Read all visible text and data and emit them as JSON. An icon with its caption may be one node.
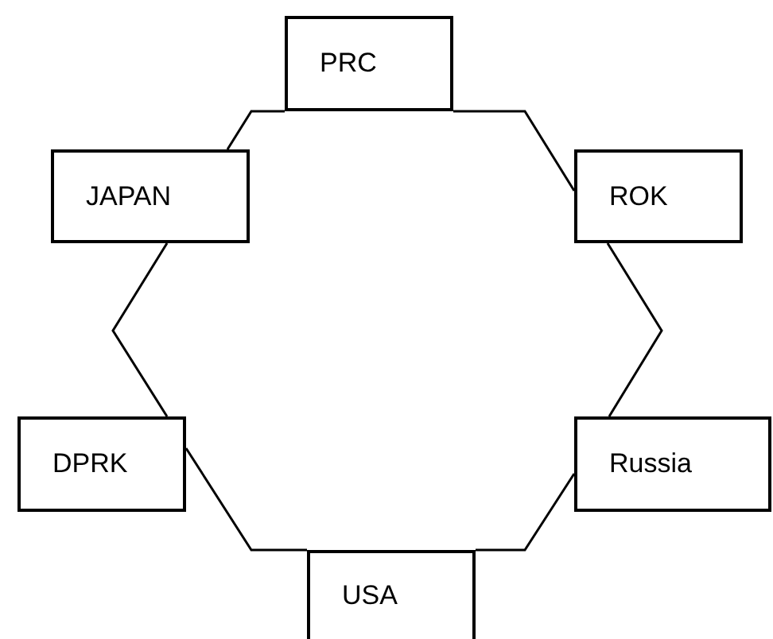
{
  "diagram": {
    "nodes": [
      {
        "text": [
          "PRC"
        ]
      },
      {
        "text": [
          "JAPAN"
        ]
      },
      {
        "text": [
          "ROK"
        ]
      },
      {
        "text": [
          "DPRK"
        ]
      },
      {
        "text": [
          "Russia"
        ]
      },
      {
        "text": [
          "USA"
        ]
      }
    ],
    "edges": [
      {
        "from": 0,
        "to": 1,
        "arrow": "none"
      },
      {
        "from": 0,
        "to": 2,
        "arrow": "none"
      },
      {
        "from": 1,
        "to": 3,
        "arrow": "none"
      },
      {
        "from": 2,
        "to": 4,
        "arrow": "none"
      },
      {
        "from": 3,
        "to": 5,
        "arrow": "none"
      },
      {
        "from": 4,
        "to": 5,
        "arrow": "none"
      }
    ]
  }
}
